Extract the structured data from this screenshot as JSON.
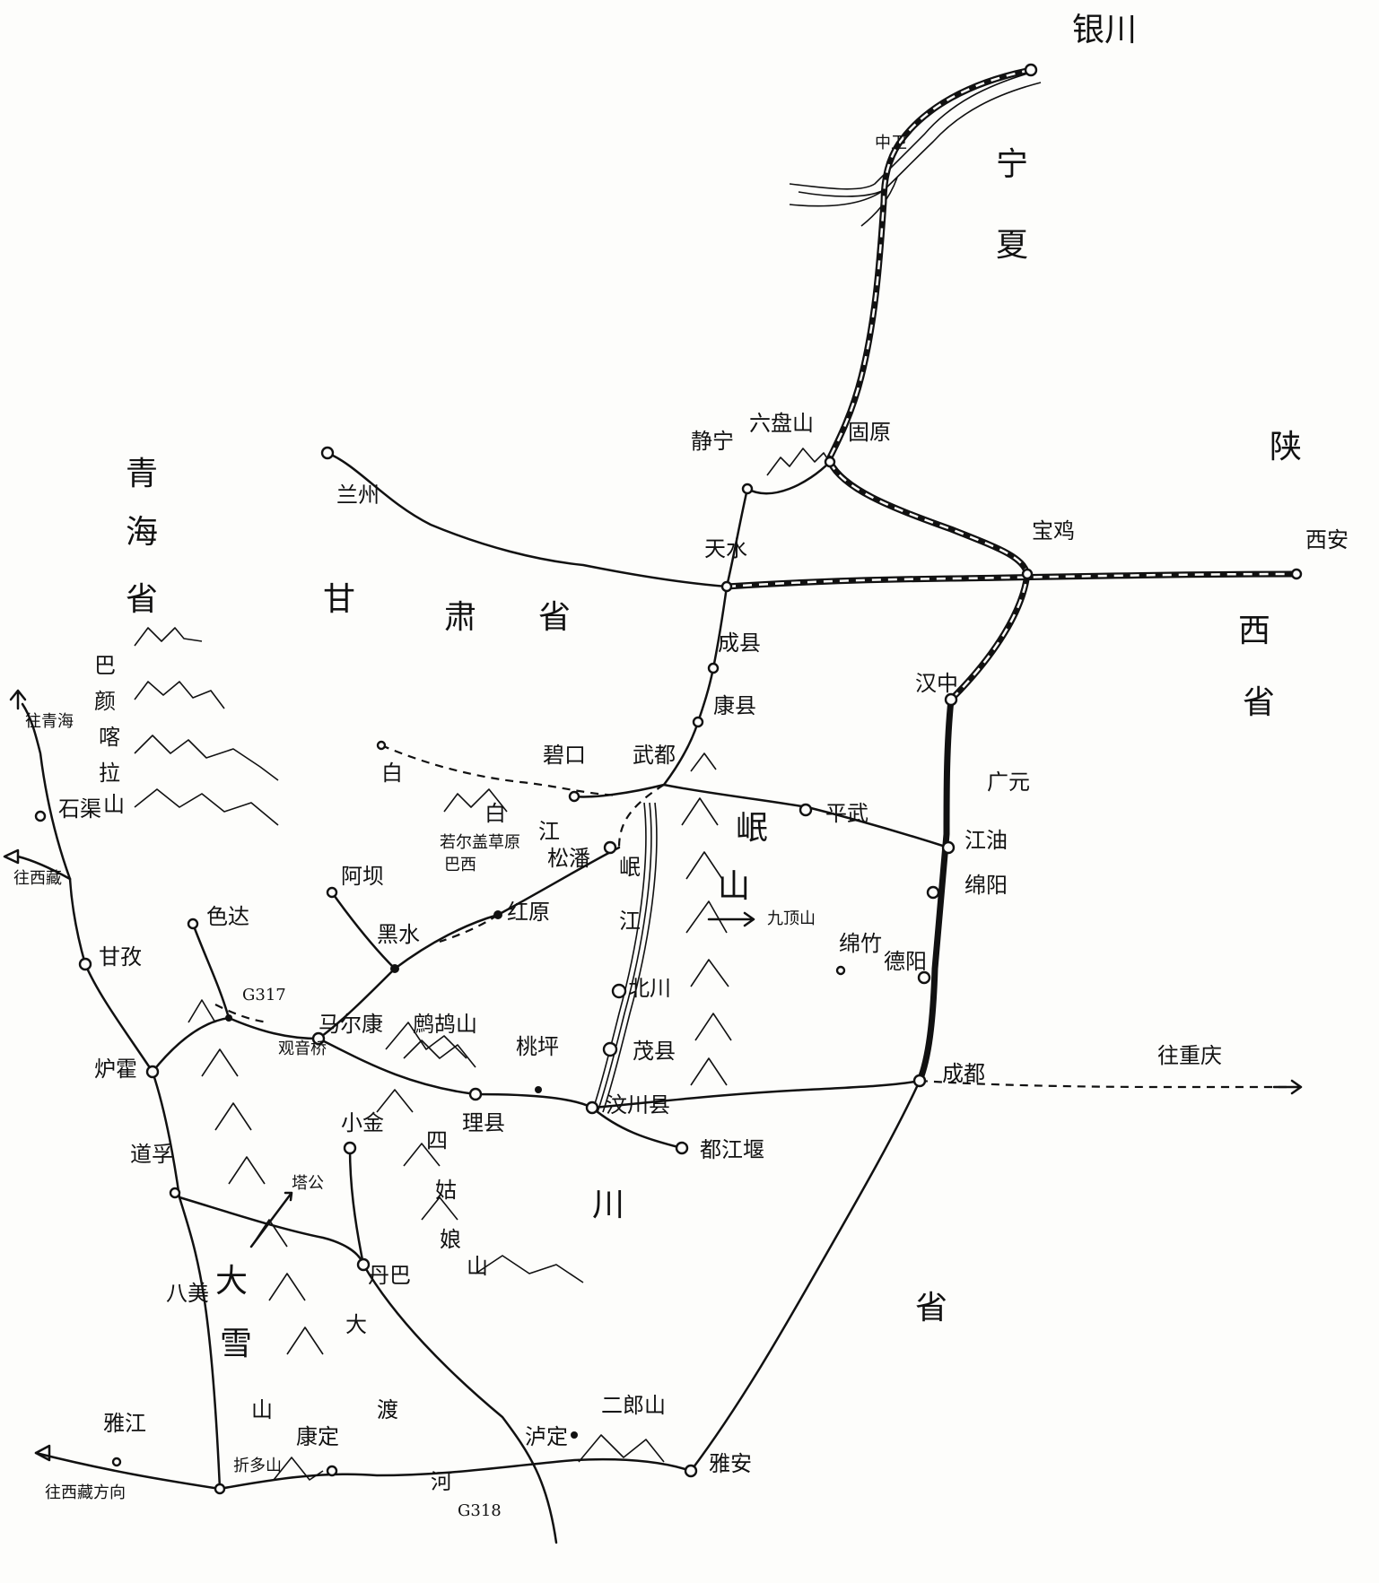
{
  "regions": {
    "yinchuan": "银川",
    "ningxia_1": "宁",
    "ningxia_2": "夏",
    "shaanxi": "陕",
    "shaanxi_prov_1": "西",
    "shaanxi_prov_2": "省",
    "qinghai_1": "青",
    "qinghai_2": "海",
    "qinghai_3": "省",
    "gansu_1": "甘",
    "gansu_2": "肃",
    "gansu_3": "省",
    "sichuan_1": "四",
    "sichuan_2": "川",
    "sichuan_3": "省"
  },
  "places": {
    "yinchuan": "银川",
    "zhongwei": "中卫",
    "guyuan": "固原",
    "jingning": "静宁",
    "liupanshan": "六盘山",
    "lanzhou": "兰州",
    "tianshui": "天水",
    "baoji": "宝鸡",
    "xian": "西安",
    "chengxian": "成县",
    "kangxian": "康县",
    "hanzhong": "汉中",
    "guangyuan": "广元",
    "wudu": "武都",
    "bikou": "碧口",
    "baishui": "白",
    "pingwu": "平武",
    "jiangyou": "江油",
    "mianyang": "绵阳",
    "mianzhu": "绵竹",
    "deyang": "德阳",
    "chengdu": "成都",
    "to_chongqing": "往重庆",
    "minshan_1": "岷",
    "minshan_2": "山",
    "jiudingshan": "九顶山",
    "minjiang_1": "岷",
    "minjiang_2": "江",
    "songpan": "松潘",
    "beichuan": "北川",
    "maoxian": "茂县",
    "wenchuan": "汶川县",
    "dujiangyan": "都江堰",
    "taoping": "桃坪",
    "lixian": "理县",
    "zhegushan": "鹧鸪山",
    "hongyuan": "红原",
    "ruoergai": "若尔盖草原",
    "baxi": "巴西",
    "baicao_1": "白",
    "baicao_2": "江",
    "heishui": "黑水",
    "aba": "阿坝",
    "maerkang": "马尔康",
    "seda": "色达",
    "g317_north": "G317",
    "guanyinqiao": "观音桥",
    "luhuo": "炉霍",
    "ganzi": "甘孜",
    "to_tibet_north": "往西藏",
    "shiqu": "石渠",
    "to_qinghai": "往青海",
    "bayankala_1": "巴",
    "bayankala_2": "颜",
    "bayankala_3": "喀",
    "bayankala_4": "拉",
    "bayankala_5": "山",
    "daofu": "道孚",
    "bamei": "八美",
    "tagong": "塔公",
    "xiaojin": "小金",
    "siguniang_1": "四",
    "siguniang_2": "姑",
    "siguniang_3": "娘",
    "siguniang_4": "山",
    "danba": "丹巴",
    "daxue_1": "大",
    "daxue_2": "雪",
    "daxue_3": "山",
    "dadu_1": "大",
    "dadu_2": "渡",
    "dadu_3": "河",
    "kangding": "康定",
    "zheduoshan": "折多山",
    "luding": "泸定",
    "erlangshan": "二郎山",
    "yaan": "雅安",
    "yajiang": "雅江",
    "to_tibet_south": "往西藏方向",
    "g318": "G318",
    "wudu_river": "江"
  }
}
